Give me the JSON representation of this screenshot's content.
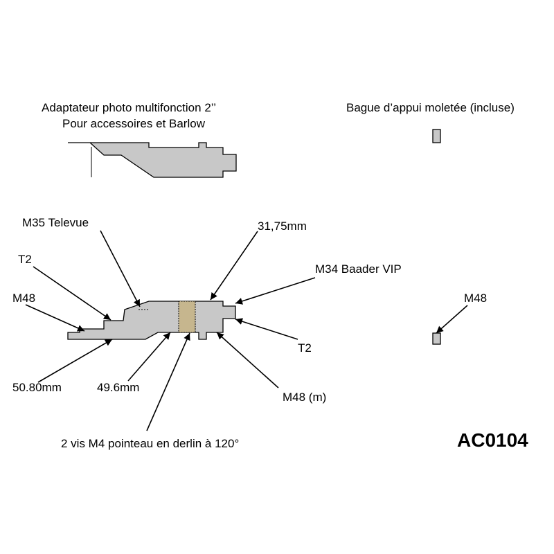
{
  "header": {
    "adapter_title_line1": "Adaptateur photo multifonction  2’’",
    "adapter_title_line2": "Pour accessoires et Barlow",
    "ring_title": "Bague d’appui moletée (incluse)"
  },
  "callouts": {
    "m35_televue": "M35 Televue",
    "t2_left": "T2",
    "m48_left": "M48",
    "d50_80": "50.80mm",
    "d49_6": "49.6mm",
    "d31_75": "31,75mm",
    "m34_baader": "M34 Baader VIP",
    "t2_right": "T2",
    "m48_m": "M48 (m)",
    "screws": "2 vis M4 pointeau en derlin à 120°",
    "m48_ring": "M48"
  },
  "product_code": "AC0104",
  "colors": {
    "part_fill": "#c8c8c8",
    "part_stroke": "#000000",
    "delrin_band": "#c6b68e"
  }
}
